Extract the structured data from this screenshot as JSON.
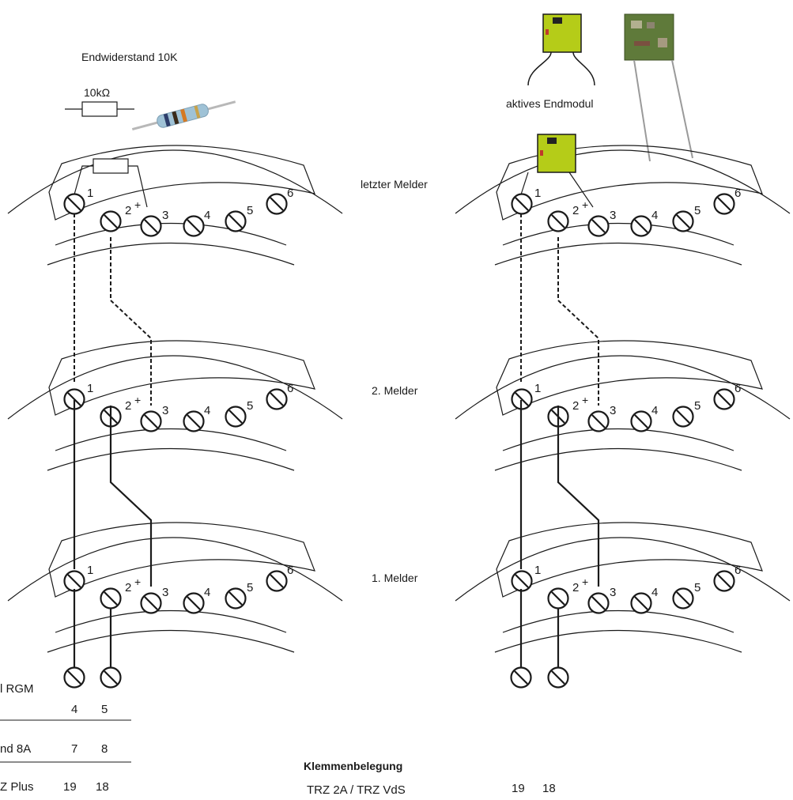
{
  "labels": {
    "end_resistor_title": "Endwiderstand 10K",
    "resistor_value": "10kΩ",
    "active_module": "aktives Endmodul",
    "last_detector": "letzter Melder",
    "second_detector": "2. Melder",
    "first_detector": "1. Melder",
    "terminal_assignment": "Klemmenbelegung"
  },
  "terminal_numbers": [
    "1",
    "2",
    "3",
    "4",
    "5",
    "6"
  ],
  "plus_sign": "+",
  "left_table": [
    {
      "name": "l RGM",
      "a": "4",
      "b": "5"
    },
    {
      "name": "nd 8A",
      "a": "7",
      "b": "8"
    },
    {
      "name": "Z Plus",
      "a": "19",
      "b": "18"
    }
  ],
  "right_table": [
    {
      "name": "TRZ 2A / TRZ VdS",
      "a": "19",
      "b": "18"
    }
  ],
  "colors": {
    "module_green": "#b5cc18",
    "line": "#1a1a1a"
  }
}
